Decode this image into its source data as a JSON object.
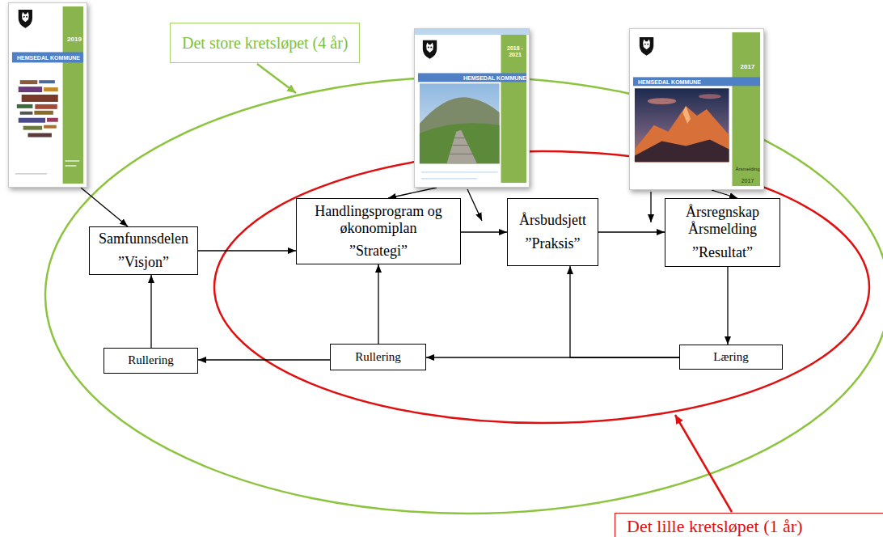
{
  "diagram": {
    "nodes": [
      {
        "text": [
          "2019",
          "HEMSEDAL KOMMUNE"
        ]
      },
      {
        "text": [
          "Det store kretsløpet (4 år)"
        ]
      },
      {
        "text": [
          "2018 - 2021",
          "HEMSEDAL KOMMUNE"
        ]
      },
      {
        "text": [
          "2017",
          "HEMSEDAL KOMMUNE",
          "Årsmelding",
          "2017"
        ]
      },
      {
        "text": [
          "Samfunnsdelen",
          "”Visjon”"
        ]
      },
      {
        "text": [
          "Handlingsprogram og økonomiplan",
          "”Strategi”"
        ]
      },
      {
        "text": [
          "Årsbudsjett",
          "”Praksis”"
        ]
      },
      {
        "text": [
          "Årsregnskap Årsmelding",
          "”Resultat”"
        ]
      },
      {
        "text": [
          "Rullering"
        ]
      },
      {
        "text": [
          "Rullering"
        ]
      },
      {
        "text": [
          "Læring"
        ]
      },
      {
        "text": [
          "Det lille kretsløpet (1 år)"
        ]
      }
    ],
    "edges": [
      {
        "from": 0,
        "to": 4,
        "arrow": "to"
      },
      {
        "from": 2,
        "to": 5,
        "arrow": "to"
      },
      {
        "from": 3,
        "to": 7,
        "arrow": "to"
      },
      {
        "from": 4,
        "to": 5,
        "arrow": "to"
      },
      {
        "from": 5,
        "to": 6,
        "arrow": "to"
      },
      {
        "from": 6,
        "to": 7,
        "arrow": "to"
      },
      {
        "from": 7,
        "to": 10,
        "arrow": "to"
      },
      {
        "from": 10,
        "to": 9,
        "arrow": "to"
      },
      {
        "from": 10,
        "to": 6,
        "arrow": "to"
      },
      {
        "from": 9,
        "to": 5,
        "arrow": "to"
      },
      {
        "from": 9,
        "to": 8,
        "arrow": "to"
      },
      {
        "from": 8,
        "to": 4,
        "arrow": "to"
      }
    ]
  }
}
